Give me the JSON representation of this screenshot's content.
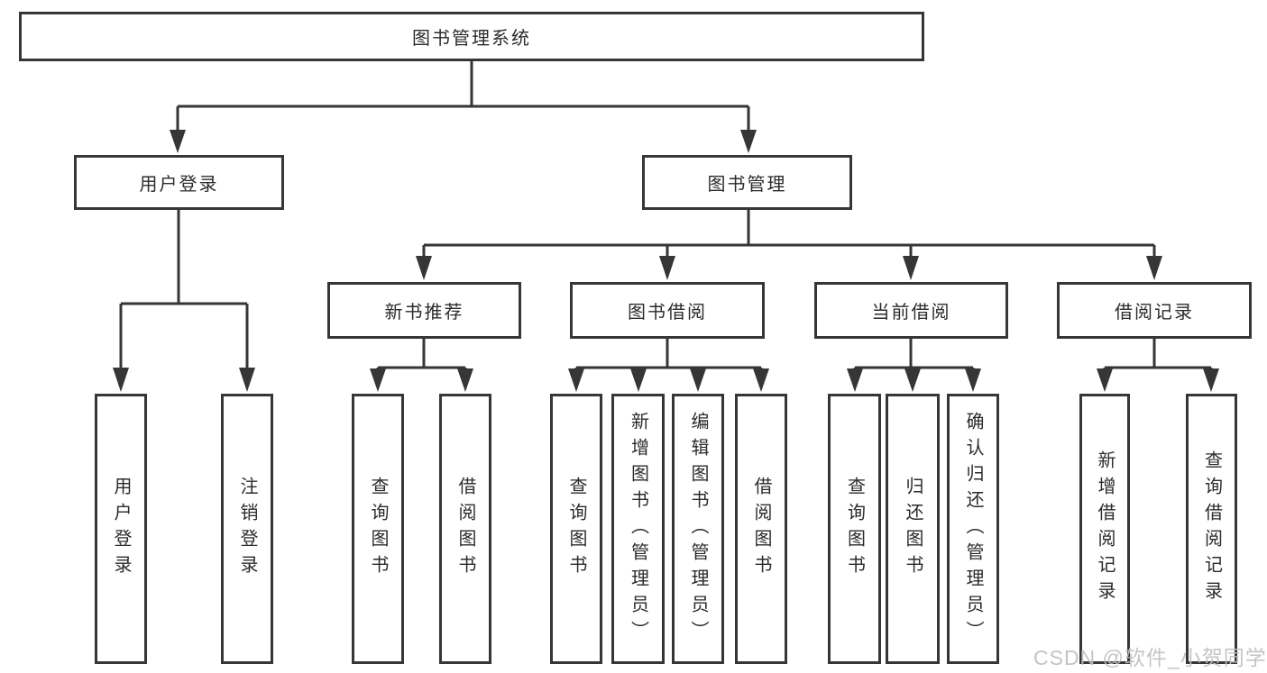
{
  "colors": {
    "line": "#363636",
    "border": "#363636",
    "text": "#2b2b2b",
    "watermark": "#bfbfbf"
  },
  "watermark": {
    "text": "CSDN @软件_小贺同学"
  },
  "tree": {
    "root": {
      "label": "图书管理系统"
    },
    "branches": [
      {
        "label": "用户登录",
        "leaves": [
          {
            "label": "用户登录"
          },
          {
            "label": "注销登录"
          }
        ]
      },
      {
        "label": "图书管理",
        "groups": [
          {
            "label": "新书推荐",
            "leaves": [
              {
                "label": "查询图书"
              },
              {
                "label": "借阅图书"
              }
            ]
          },
          {
            "label": "图书借阅",
            "leaves": [
              {
                "label": "查询图书"
              },
              {
                "label": "新增图书（管理员）"
              },
              {
                "label": "编辑图书（管理员）"
              },
              {
                "label": "借阅图书"
              }
            ]
          },
          {
            "label": "当前借阅",
            "leaves": [
              {
                "label": "查询图书"
              },
              {
                "label": "归还图书"
              },
              {
                "label": "确认归还（管理员）"
              }
            ]
          },
          {
            "label": "借阅记录",
            "leaves": [
              {
                "label": "新增借阅记录"
              },
              {
                "label": "查询借阅记录"
              }
            ]
          }
        ]
      }
    ]
  }
}
